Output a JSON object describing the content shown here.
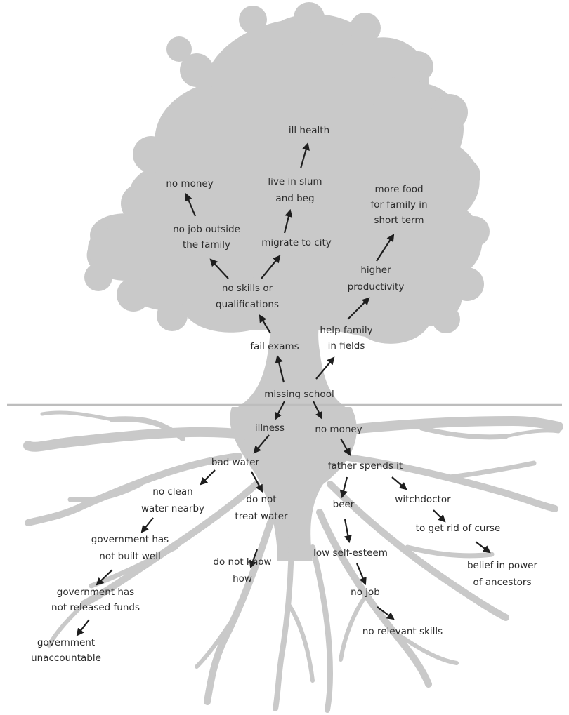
{
  "colors": {
    "tree": "#c9c9c9",
    "arrow": "#1e1e1e",
    "text": "#2b2b2b",
    "ground": "#bdbdbd",
    "background": "#ffffff"
  },
  "nodes": {
    "ill_health": [
      "ill health"
    ],
    "no_money_top": [
      "no money"
    ],
    "live_in_slum": [
      "live in slum",
      "and beg"
    ],
    "more_food": [
      "more food",
      "for family in",
      "short term"
    ],
    "no_job_outside": [
      "no job outside",
      "the family"
    ],
    "migrate": [
      "migrate to city"
    ],
    "higher_productivity": [
      "higher",
      "productivity"
    ],
    "no_skills": [
      "no skills or",
      "qualifications"
    ],
    "help_family": [
      "help family",
      "in fields"
    ],
    "fail_exams": [
      "fail exams"
    ],
    "missing_school": [
      "missing school"
    ],
    "illness": [
      "illness"
    ],
    "no_money_root": [
      "no money"
    ],
    "bad_water": [
      "bad water"
    ],
    "father_spends": [
      "father spends it"
    ],
    "no_clean_water": [
      "no clean",
      "water nearby"
    ],
    "do_not_treat": [
      "do not",
      "treat water"
    ],
    "beer": [
      "beer"
    ],
    "witchdoctor": [
      "witchdoctor"
    ],
    "gov_not_built": [
      "government has",
      "not built well"
    ],
    "to_get_rid": [
      "to get rid of curse"
    ],
    "low_self_esteem": [
      "low self-esteem"
    ],
    "do_not_know": [
      "do not know",
      "how"
    ],
    "belief": [
      "belief in power",
      "of ancestors"
    ],
    "gov_not_released": [
      "government has",
      "not released funds"
    ],
    "no_job": [
      "no job"
    ],
    "no_relevant_skills": [
      "no relevant skills"
    ],
    "gov_unaccountable": [
      "government",
      "unaccountable"
    ]
  }
}
